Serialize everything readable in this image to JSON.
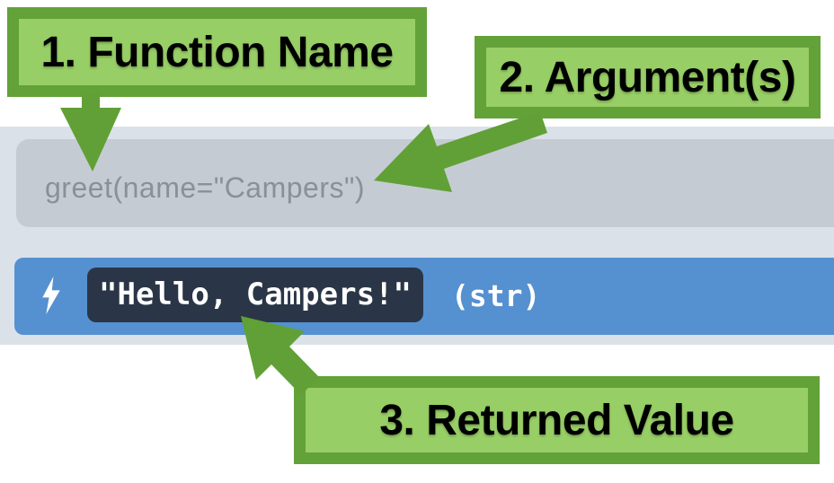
{
  "annotations": {
    "step1": "1. Function Name",
    "step2": "2. Argument(s)",
    "step3": "3. Returned Value"
  },
  "console": {
    "input_code": "greet(name=\"Campers\")",
    "result": {
      "value": "\"Hello, Campers!\"",
      "type": "(str)",
      "icon": "lightning-bolt-icon"
    }
  },
  "colors": {
    "annotation_border": "#63a139",
    "annotation_fill": "#97ce65",
    "annotation_text": "#000000",
    "arrow": "#61a036",
    "panel_background": "#dbe1e8",
    "input_background": "#c5cbd3",
    "input_text": "#8a9099",
    "result_background": "#5591d1",
    "result_text": "#ffffff",
    "badge_background": "#2a3647",
    "badge_text": "#ffffff"
  }
}
